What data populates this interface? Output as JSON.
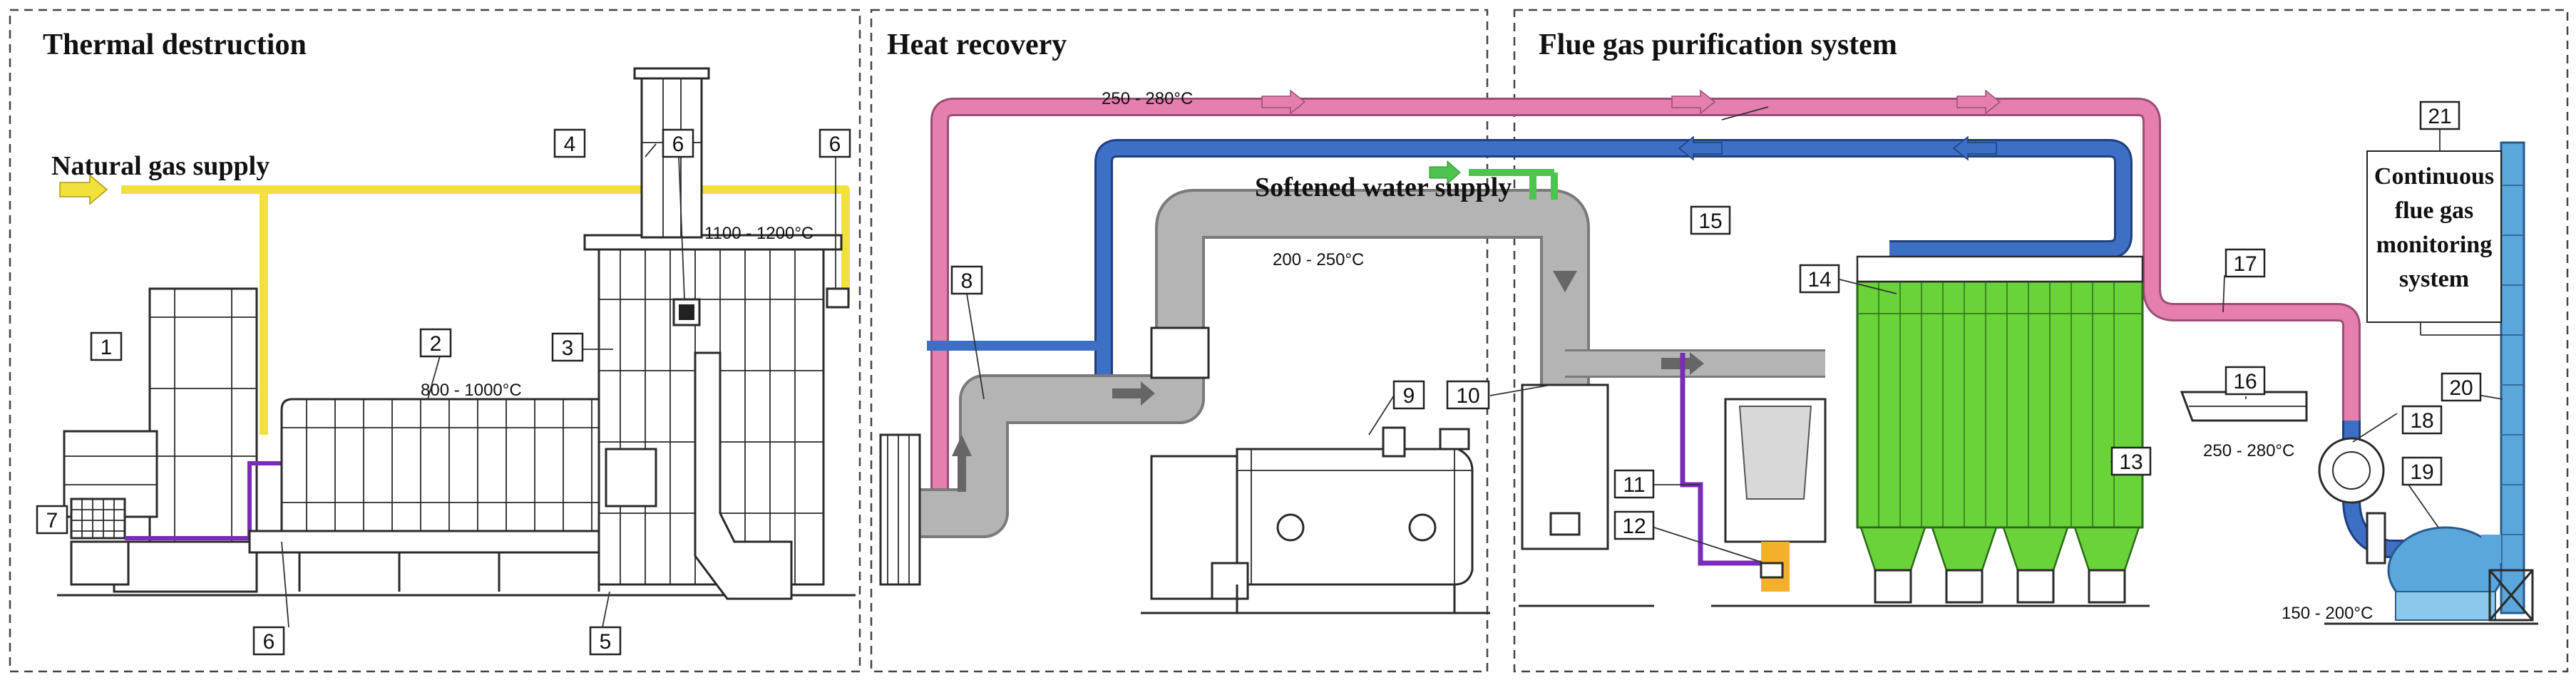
{
  "sections": {
    "thermal": "Thermal destruction",
    "heat": "Heat recovery",
    "flue": "Flue gas purification system"
  },
  "labels": {
    "natural_gas": "Natural gas supply",
    "softened_water": "Softened water supply",
    "monitoring_line1": "Continuous",
    "monitoring_line2": "flue gas",
    "monitoring_line3": "monitoring",
    "monitoring_line4": "system"
  },
  "temperatures": {
    "t_250_280_top": "250 - 280°C",
    "t_1100_1200": "1100 - 1200°C",
    "t_800_1000": "800 - 1000°C",
    "t_200_250": "200 - 250°C",
    "t_250_280_fan": "250 - 280°C",
    "t_150_200": "150 - 200°C"
  },
  "numbers": {
    "n1": "1",
    "n2": "2",
    "n3": "3",
    "n4": "4",
    "n5": "5",
    "n6a": "6",
    "n6b": "6",
    "n6c": "6",
    "n7": "7",
    "n8": "8",
    "n9": "9",
    "n10": "10",
    "n11": "11",
    "n12": "12",
    "n13": "13",
    "n14": "14",
    "n15": "15",
    "n16": "16",
    "n17": "17",
    "n18": "18",
    "n19": "19",
    "n20": "20",
    "n21": "21"
  },
  "colors": {
    "gas_yellow": "#f2e13a",
    "hot_pink": "#e47fae",
    "return_blue": "#3d6fc4",
    "duct_gray": "#b4b4b4",
    "water_green": "#4fc34f",
    "filter_green": "#6ad33a",
    "purple": "#7a2bb8",
    "chimney_blue": "#5aa7dc"
  }
}
